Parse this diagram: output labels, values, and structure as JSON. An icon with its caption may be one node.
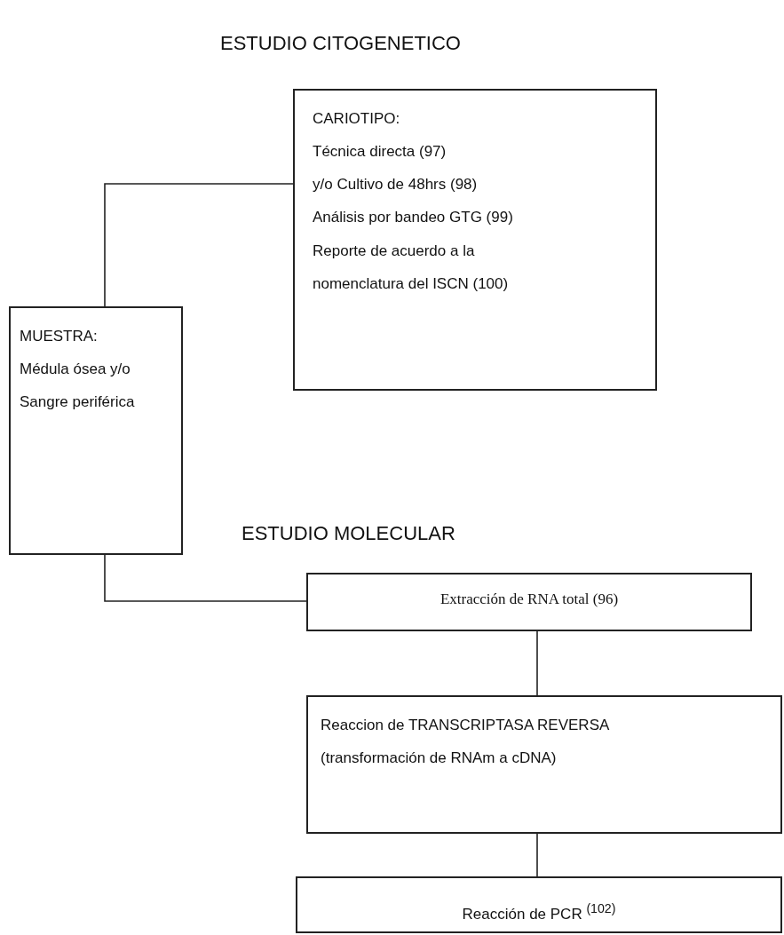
{
  "diagram": {
    "title": "ESTUDIO CITOGENETICO",
    "nodes": [
      {
        "text": [
          "CARIOTIPO:",
          "Técnica directa  (97)",
          "y/o Cultivo de 48hrs  (98)",
          "Análisis por bandeo GTG  (99)",
          "Reporte de acuerdo a la nomenclatura del ISCN  (100)"
        ]
      },
      {
        "text": [
          "MUESTRA:",
          "Médula ósea y/o",
          "Sangre periférica"
        ]
      },
      {
        "text": [
          "Extracción de RNA total      (96)"
        ]
      },
      {
        "text": [
          "Reaccion de TRANSCRIPTASA REVERSA",
          "(transformación de RNAm a cDNA)"
        ]
      },
      {
        "text": [
          "Reacción de PCR $^{(102)}$"
        ]
      }
    ],
    "edges": [
      {
        "from": 1,
        "to": 0,
        "arrow": "none"
      },
      {
        "from": 1,
        "to": 2,
        "arrow": "none"
      },
      {
        "from": 2,
        "to": 3,
        "arrow": "none"
      },
      {
        "from": 3,
        "to": 4,
        "arrow": "none"
      }
    ],
    "labels": [
      "ESTUDIO MOLECULAR"
    ]
  }
}
